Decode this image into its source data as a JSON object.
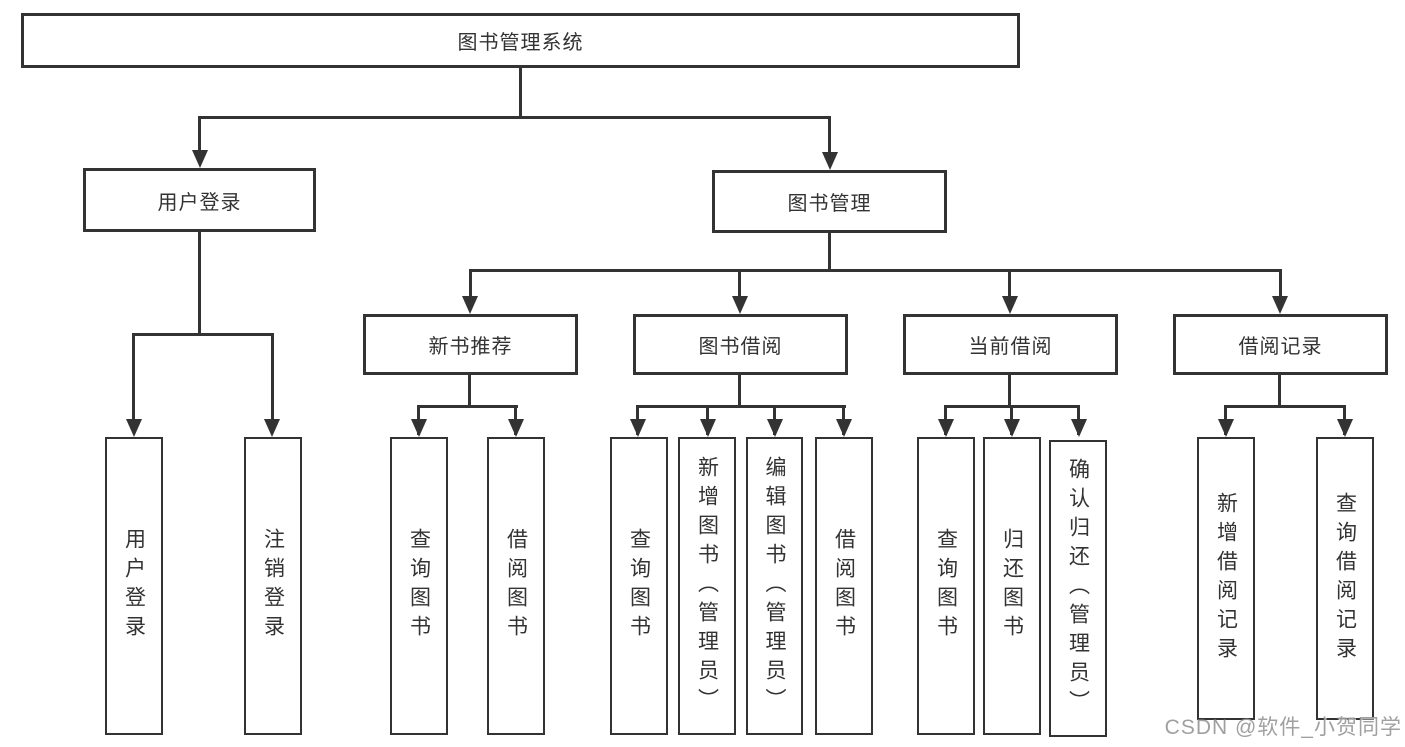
{
  "diagram_type": "hierarchy-diagram",
  "colors": {
    "line": "#333333",
    "box_background": "#ffffff",
    "text": "#333333",
    "watermark": "#969696"
  },
  "tree": {
    "label": "图书管理系统",
    "children": [
      {
        "label": "用户登录",
        "children": [
          {
            "label": "用户登录"
          },
          {
            "label": "注销登录"
          }
        ]
      },
      {
        "label": "图书管理",
        "children": [
          {
            "label": "新书推荐",
            "children": [
              {
                "label": "查询图书"
              },
              {
                "label": "借阅图书"
              }
            ]
          },
          {
            "label": "图书借阅",
            "children": [
              {
                "label": "查询图书"
              },
              {
                "label": "新增图书（管理员）"
              },
              {
                "label": "编辑图书（管理员）"
              },
              {
                "label": "借阅图书"
              }
            ]
          },
          {
            "label": "当前借阅",
            "children": [
              {
                "label": "查询图书"
              },
              {
                "label": "归还图书"
              },
              {
                "label": "确认归还（管理员）"
              }
            ]
          },
          {
            "label": "借阅记录",
            "children": [
              {
                "label": "新增借阅记录"
              },
              {
                "label": "查询借阅记录"
              }
            ]
          }
        ]
      }
    ]
  },
  "watermark": {
    "text": "CSDN @软件_小贺同学"
  }
}
